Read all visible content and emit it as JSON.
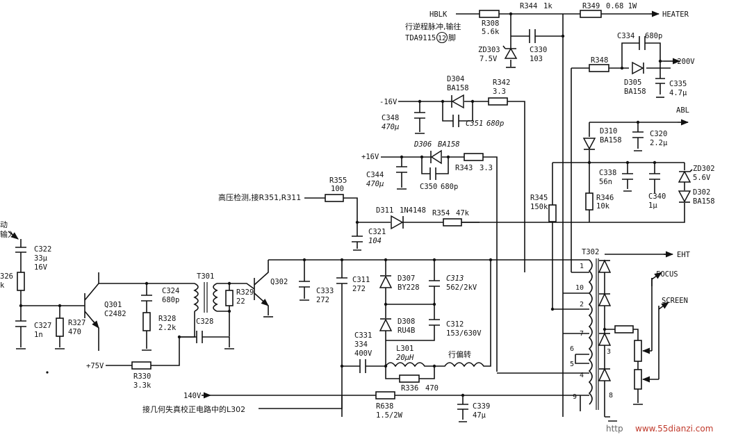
{
  "inputs": {
    "hblk": "HBLK",
    "hblk_note": "行逆程脉冲,输往",
    "hblk_note2": "TDA9115",
    "hblk_pin": "12",
    "hblk_pin_suffix": "脚",
    "heater": "HEATER",
    "v200": "+200V",
    "abl": "ABL",
    "eht": "EHT",
    "focus": "FOCUS",
    "screen": "SCREEN",
    "m16": "-16V",
    "p16": "+16V",
    "hv_detect": "高压检测,接R351,R311",
    "drive_in_1": "动",
    "drive_in_2": "输入",
    "p75": "+75V",
    "v140": "140V",
    "geo_note": "接几何失真校正电路中的L302",
    "deflect": "行偏转"
  },
  "components": {
    "R308": [
      "R308",
      "5.6k"
    ],
    "R344": [
      "R344",
      "1k"
    ],
    "R349": [
      "R349",
      "0.68 1W"
    ],
    "ZD303": [
      "ZD303",
      "7.5V"
    ],
    "C330": [
      "C330",
      "103"
    ],
    "C334": [
      "C334",
      "680p"
    ],
    "R348": [
      "R348"
    ],
    "D305": [
      "D305",
      "BA158"
    ],
    "C335": [
      "C335",
      "4.7μ"
    ],
    "D304": [
      "D304",
      "BA158"
    ],
    "R342": [
      "R342",
      "3.3"
    ],
    "C348": [
      "C348",
      "470μ"
    ],
    "C351": [
      "C351",
      "680p"
    ],
    "D310": [
      "D310",
      "BA158"
    ],
    "C320": [
      "C320",
      "2.2μ"
    ],
    "D306": [
      "D306",
      "BA158"
    ],
    "R343": [
      "R343",
      "3.3"
    ],
    "C344": [
      "C344",
      "470μ"
    ],
    "C350": [
      "C350",
      "680p"
    ],
    "C338": [
      "C338",
      "56n"
    ],
    "ZD302": [
      "ZD302",
      "5.6V"
    ],
    "D302": [
      "D302",
      "BA158"
    ],
    "R355": [
      "R355",
      "100"
    ],
    "R345": [
      "R345",
      "150k"
    ],
    "R346": [
      "R346",
      "10k"
    ],
    "C340": [
      "C340",
      "1μ"
    ],
    "D311": [
      "D311",
      "1N4148"
    ],
    "R354": [
      "R354",
      "47k"
    ],
    "C321": [
      "C321",
      "104"
    ],
    "C322": [
      "C322",
      "33μ",
      "16V"
    ],
    "R326": [
      "326",
      "k"
    ],
    "T302": [
      "T302"
    ],
    "T301": [
      "T301"
    ],
    "R329": [
      "R329",
      "22"
    ],
    "Q302": [
      "Q302"
    ],
    "C324": [
      "C324",
      "680p"
    ],
    "Q301": [
      "Q301",
      "C2482"
    ],
    "C333": [
      "C333",
      "272"
    ],
    "C311": [
      "C311",
      "272"
    ],
    "D307": [
      "D307",
      "BY228"
    ],
    "C313": [
      "C313",
      "562/2kV"
    ],
    "R328": [
      "R328",
      "2.2k"
    ],
    "C328": [
      "C328"
    ],
    "C327": [
      "C327",
      "1n"
    ],
    "R327": [
      "R327",
      "470"
    ],
    "D308": [
      "D308",
      "RU4B"
    ],
    "C312": [
      "C312",
      "153/630V"
    ],
    "C331": [
      "C331",
      "334",
      "400V"
    ],
    "L301": [
      "L301",
      "20μH"
    ],
    "R330": [
      "R330",
      "3.3k"
    ],
    "R336": [
      "R336",
      "470"
    ],
    "R638": [
      "R638",
      "1.5/2W"
    ],
    "C339": [
      "C339",
      "47μ"
    ]
  },
  "t302_pins": [
    "1",
    "10",
    "2",
    "7",
    "6",
    "5",
    "4",
    "9",
    "3",
    "8"
  ],
  "watermark": {
    "prefix": "http",
    "text": "www.55dianzi.com"
  }
}
